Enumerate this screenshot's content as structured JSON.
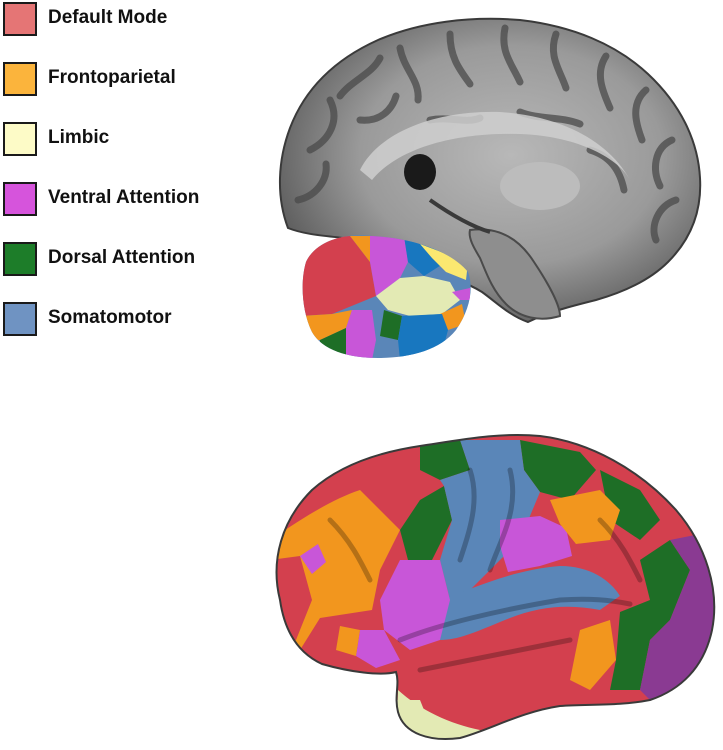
{
  "legend": {
    "items": [
      {
        "label": "Default Mode",
        "color": "#e57575"
      },
      {
        "label": "Frontoparietal",
        "color": "#fbb43c"
      },
      {
        "label": "Limbic",
        "color": "#fdfbc7"
      },
      {
        "label": "Ventral Attention",
        "color": "#d654dc"
      },
      {
        "label": "Dorsal Attention",
        "color": "#1d7d29"
      },
      {
        "label": "Somatomotor",
        "color": "#6f93c2"
      }
    ]
  },
  "colors": {
    "default_mode": "#d3404e",
    "frontoparietal": "#f2961e",
    "limbic": "#e3eab4",
    "ventral_attention": "#c856d8",
    "dorsal_attention": "#1e6e26",
    "somatomotor": "#5a86b8",
    "cerebellum_somatomotor": "#1877bf",
    "visual": "#8a3a92",
    "mri_gray": "#8a8a8a"
  },
  "panels": {
    "top": {
      "icon": "mri-sagittal-brain-icon"
    },
    "bottom": {
      "icon": "cortical-surface-brain-icon"
    }
  }
}
